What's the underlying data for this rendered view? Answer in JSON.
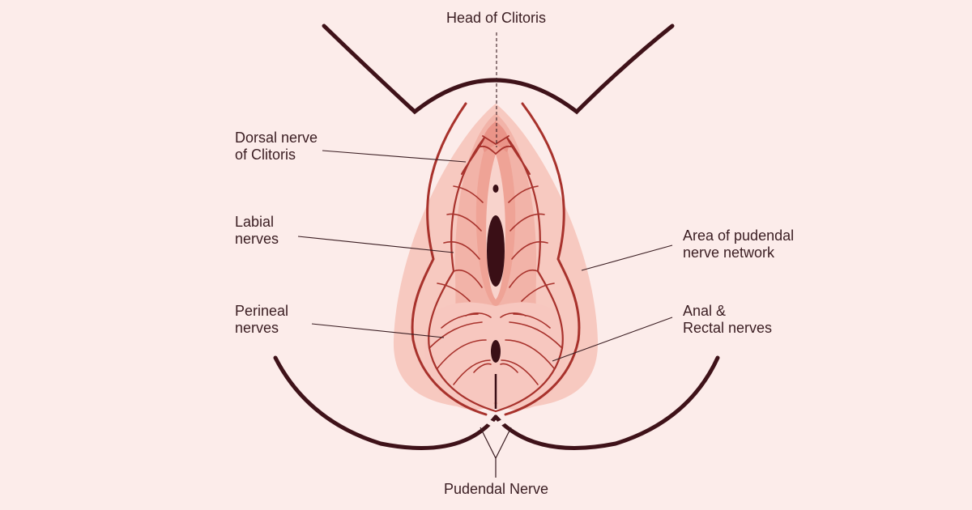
{
  "labels": {
    "head_of_clitoris": "Head of Clitoris",
    "dorsal_nerve": [
      "Dorsal nerve",
      "of Clitoris"
    ],
    "labial_nerves": [
      "Labial",
      "nerves"
    ],
    "perineal_nerves": [
      "Perineal",
      "nerves"
    ],
    "pudendal_area": [
      "Area of pudendal",
      "nerve network"
    ],
    "anal_rectal": [
      "Anal &",
      "Rectal nerves"
    ],
    "pudendal_nerve": "Pudendal Nerve"
  },
  "colors": {
    "background": "#fcecea",
    "outline": "#3f1219",
    "nerve": "#a8322c",
    "nerve_dark": "#8a1f1c",
    "area": "#f7c9c0",
    "tissue": "#f2b3a8",
    "tissue_light": "#f8d3cc",
    "opening": "#3a0f16",
    "text": "#3a1d22"
  }
}
